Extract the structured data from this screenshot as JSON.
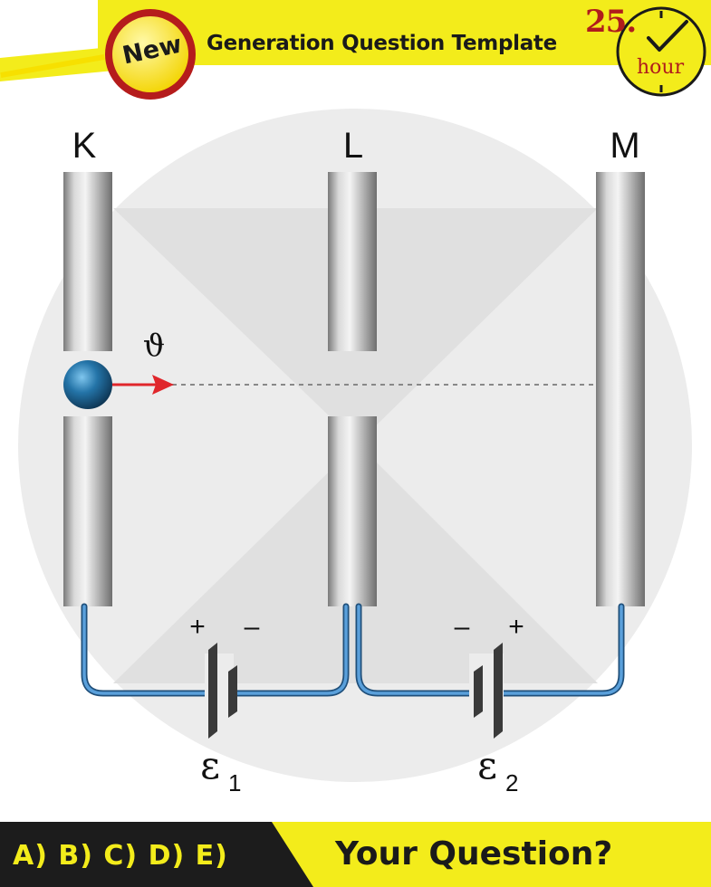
{
  "header": {
    "badge": "New",
    "title": "Generation Question Template",
    "clock_number": "25.",
    "clock_unit": "hour"
  },
  "diagram": {
    "plates": [
      {
        "id": "K",
        "label": "K"
      },
      {
        "id": "L",
        "label": "L"
      },
      {
        "id": "M",
        "label": "M"
      }
    ],
    "velocity_symbol": "ϑ",
    "batteries": [
      {
        "id": "e1",
        "symbol": "ε",
        "subscript": "1",
        "left_sign": "+",
        "right_sign": "–"
      },
      {
        "id": "e2",
        "symbol": "ε",
        "subscript": "2",
        "left_sign": "–",
        "right_sign": "+"
      }
    ]
  },
  "footer": {
    "choices": "A) B) C) D) E)",
    "question": "Your Question?"
  },
  "colors": {
    "accent_yellow": "#f3ec1b",
    "footer_dark": "#1c1c1c",
    "wire_blue": "#3f86c6",
    "particle": "#1c5a8a",
    "arrow_red": "#e0262b",
    "clock_red": "#b01c1c"
  }
}
